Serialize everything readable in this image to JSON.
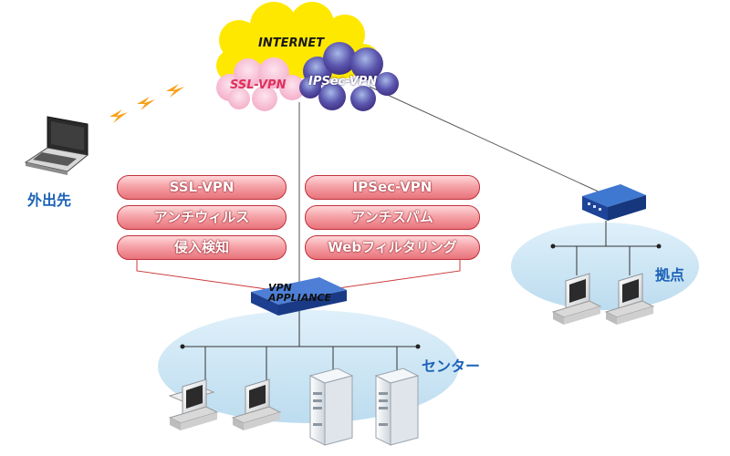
{
  "cloud": {
    "internet": "INTERNET",
    "ssl_vpn": "SSL-VPN",
    "ipsec_vpn": "IPSec-VPN"
  },
  "remote_label": "外出先",
  "branch_label": "拠点",
  "center_label": "センター",
  "appliance": {
    "line1": "VPN",
    "line2": "APPLIANCE"
  },
  "features": {
    "left": [
      "SSL-VPN",
      "アンチウィルス",
      "侵入検知"
    ],
    "right": [
      "IPSec-VPN",
      "アンチスパム",
      "Webフィルタリング"
    ]
  },
  "colors": {
    "internet_cloud": "#ffe800",
    "ssl_cloud": "#f7b6cf",
    "ipsec_cloud": "#5b4aa6",
    "pill_red": "#e9727a",
    "network_area": "#c9e3f3",
    "label_blue": "#1d63b8",
    "device_blue": "#1f4fb5"
  },
  "icons": [
    "laptop-icon",
    "lightning-icon",
    "vpn-router-icon",
    "pc-icon",
    "server-icon"
  ]
}
